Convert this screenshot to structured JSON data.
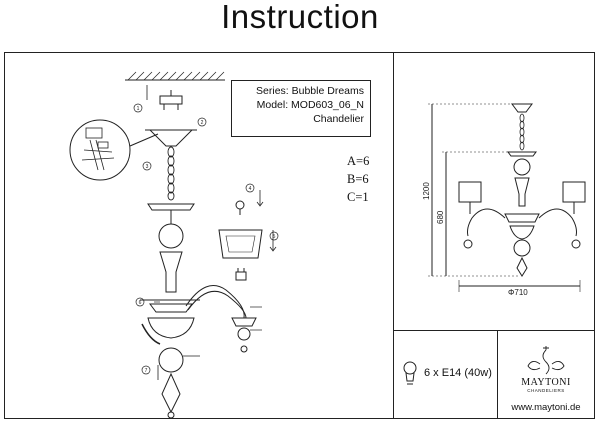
{
  "title": "Instruction",
  "info": {
    "series": "Series: Bubble Dreams",
    "model": "Model: MOD603_06_N",
    "type": "Chandelier"
  },
  "parts": {
    "a": "A=6",
    "b": "B=6",
    "c": "C=1"
  },
  "dimensions": {
    "total_height": "1200",
    "body_height": "680",
    "diameter": "Φ710"
  },
  "bulb": {
    "spec": "6 x E14 (40w)"
  },
  "brand": {
    "name": "MAYTONI",
    "tagline": "CHANDELIERS",
    "website": "www.maytoni.de"
  },
  "step_labels": [
    "1",
    "2",
    "3",
    "4",
    "5",
    "6",
    "7"
  ]
}
